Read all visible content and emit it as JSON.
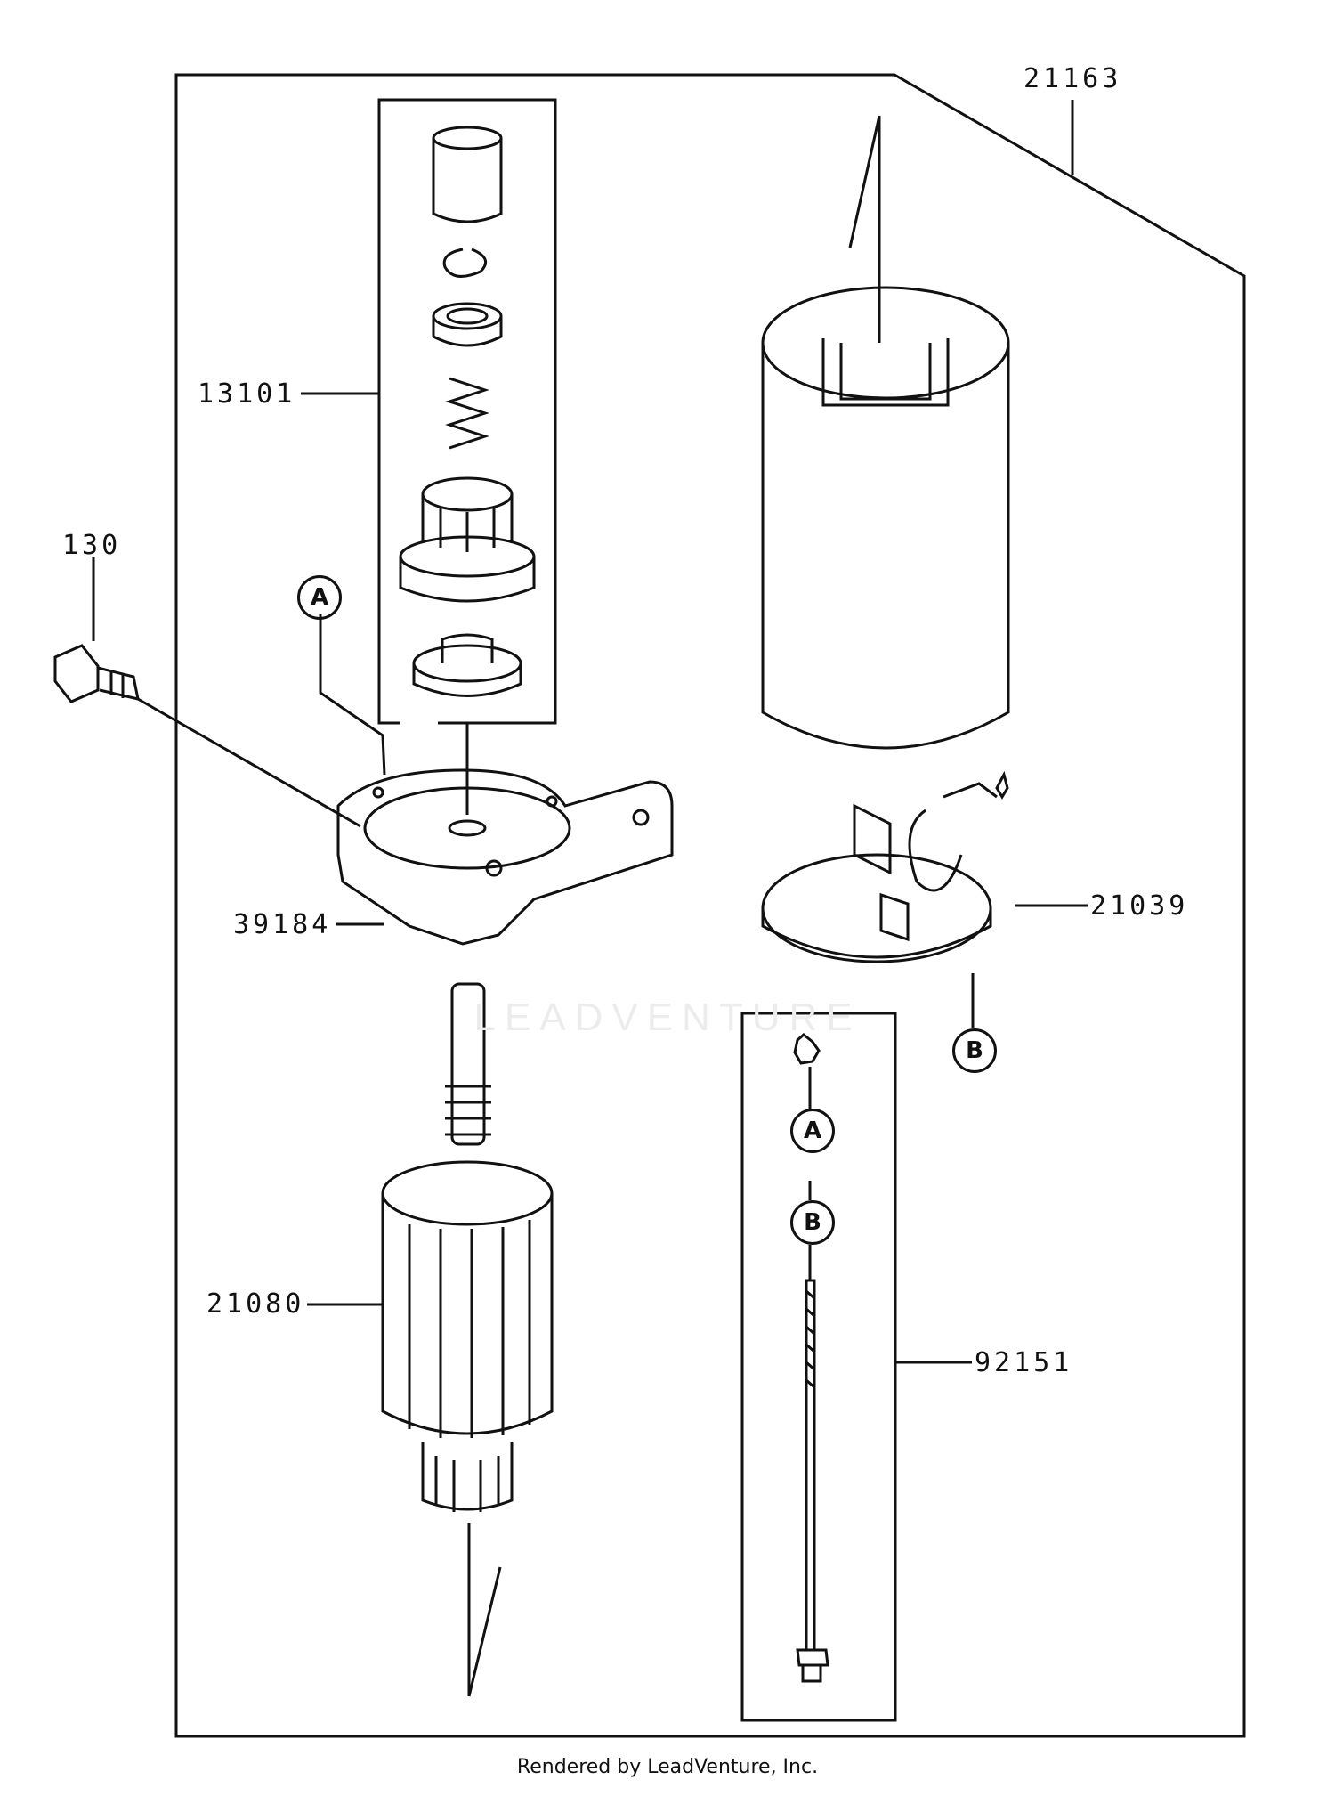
{
  "diagram": {
    "parts": [
      {
        "id": "p21163",
        "number": "21163"
      },
      {
        "id": "p13101",
        "number": "13101"
      },
      {
        "id": "p130",
        "number": "130"
      },
      {
        "id": "p39184",
        "number": "39184"
      },
      {
        "id": "p21039",
        "number": "21039"
      },
      {
        "id": "p21080",
        "number": "21080"
      },
      {
        "id": "p92151",
        "number": "92151"
      }
    ],
    "callouts": {
      "a_top": "A",
      "b_top": "B",
      "a_bolt": "A",
      "b_bolt": "B"
    },
    "watermark": "LEADVENTURE",
    "footer": "Rendered by LeadVenture, Inc."
  },
  "colors": {
    "line": "#111111",
    "watermark": "#ececec"
  }
}
